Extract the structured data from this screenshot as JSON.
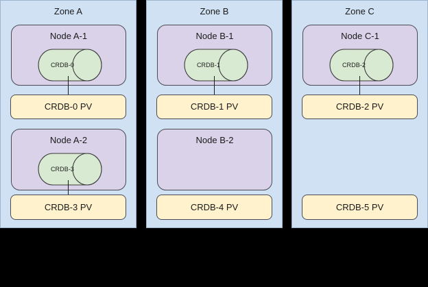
{
  "diagram": {
    "background_color": "#000000",
    "zone_fill": "#d0e1f3",
    "node_fill": "#d9d2e9",
    "pod_fill": "#d9ead3",
    "pv_fill": "#fff2cc",
    "stroke_color": "#4a4a55"
  },
  "zones": [
    {
      "title": "Zone A",
      "rows": [
        {
          "node": {
            "title": "Node A-1",
            "pod": {
              "label": "CRDB-0"
            }
          },
          "pv": {
            "label": "CRDB-0 PV"
          },
          "connected": true
        },
        {
          "node": {
            "title": "Node A-2",
            "pod": {
              "label": "CRDB-3"
            }
          },
          "pv": {
            "label": "CRDB-3 PV"
          },
          "connected": true
        }
      ]
    },
    {
      "title": "Zone B",
      "rows": [
        {
          "node": {
            "title": "Node B-1",
            "pod": {
              "label": "CRDB-1"
            }
          },
          "pv": {
            "label": "CRDB-1 PV"
          },
          "connected": true
        },
        {
          "node": {
            "title": "Node B-2",
            "pod": null
          },
          "pv": {
            "label": "CRDB-4 PV"
          },
          "connected": false
        }
      ]
    },
    {
      "title": "Zone C",
      "rows": [
        {
          "node": {
            "title": "Node C-1",
            "pod": {
              "label": "CRDB-2"
            }
          },
          "pv": {
            "label": "CRDB-2 PV"
          },
          "connected": true
        },
        {
          "node": null,
          "pv": {
            "label": "CRDB-5 PV"
          },
          "connected": false
        }
      ]
    }
  ]
}
